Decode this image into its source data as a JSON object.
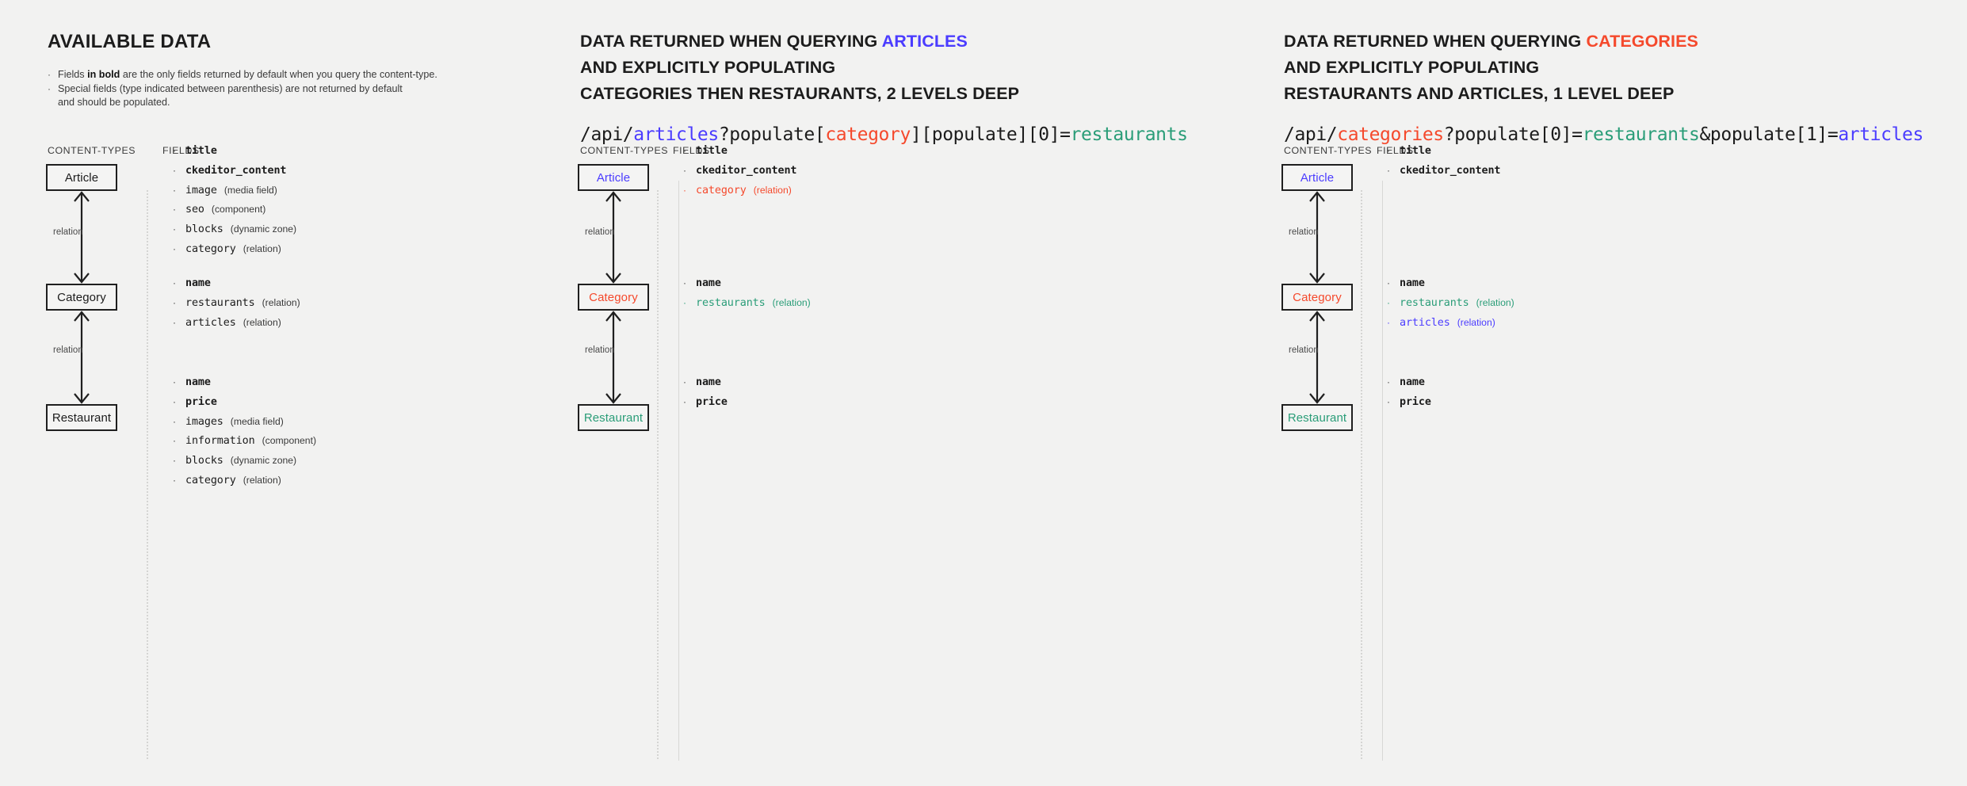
{
  "colors": {
    "background": "#f2f2f1",
    "text": "#1c1c1c",
    "articles_blue": "#4b3cff",
    "categories_red": "#f5492c",
    "restaurants_green": "#2a9d78",
    "divider_gray": "#d8d8d6"
  },
  "column_labels": {
    "content_types": "CONTENT-TYPES",
    "fields": "FIELDS"
  },
  "relation_label": "relation",
  "panels": [
    {
      "id": "available-data",
      "title_lines": [
        [
          {
            "text": "AVAILABLE DATA",
            "color": "default"
          }
        ]
      ],
      "bullets": [
        {
          "parts": [
            {
              "text": "Fields ",
              "bold": false
            },
            {
              "text": "in bold",
              "bold": true
            },
            {
              "text": " are the only fields returned by default when you query the content-type.",
              "bold": false
            }
          ]
        },
        {
          "parts": [
            {
              "text": "Special fields (type indicated between parenthesis) are not returned by default",
              "bold": false
            }
          ],
          "continuation": "and should be populated."
        }
      ],
      "endpoint": null,
      "entities": [
        {
          "name": "Article",
          "color": "default"
        },
        {
          "name": "Category",
          "color": "default"
        },
        {
          "name": "Restaurant",
          "color": "default"
        }
      ],
      "field_groups": [
        [
          {
            "name": "title",
            "type": "",
            "bold": true,
            "color": "default"
          },
          {
            "name": "ckeditor_content",
            "type": "",
            "bold": true,
            "color": "default"
          },
          {
            "name": "image",
            "type": "(media field)",
            "bold": false,
            "color": "default"
          },
          {
            "name": "seo",
            "type": "(component)",
            "bold": false,
            "color": "default"
          },
          {
            "name": "blocks",
            "type": "(dynamic zone)",
            "bold": false,
            "color": "default"
          },
          {
            "name": "category",
            "type": "(relation)",
            "bold": false,
            "color": "default"
          }
        ],
        [
          {
            "name": "name",
            "type": "",
            "bold": true,
            "color": "default"
          },
          {
            "name": "restaurants",
            "type": "(relation)",
            "bold": false,
            "color": "default"
          },
          {
            "name": "articles",
            "type": "(relation)",
            "bold": false,
            "color": "default"
          }
        ],
        [
          {
            "name": "name",
            "type": "",
            "bold": true,
            "color": "default"
          },
          {
            "name": "price",
            "type": "",
            "bold": true,
            "color": "default"
          },
          {
            "name": "images",
            "type": "(media field)",
            "bold": false,
            "color": "default"
          },
          {
            "name": "information",
            "type": "(component)",
            "bold": false,
            "color": "default"
          },
          {
            "name": "blocks",
            "type": "(dynamic zone)",
            "bold": false,
            "color": "default"
          },
          {
            "name": "category",
            "type": "(relation)",
            "bold": false,
            "color": "default"
          }
        ]
      ]
    },
    {
      "id": "query-articles",
      "title_lines": [
        [
          {
            "text": "DATA RETURNED WHEN QUERYING ",
            "color": "default"
          },
          {
            "text": "ARTICLES",
            "color": "blue"
          }
        ],
        [
          {
            "text": "AND EXPLICITLY POPULATING",
            "color": "default"
          }
        ],
        [
          {
            "text": "CATEGORIES THEN RESTAURANTS, 2 LEVELS DEEP",
            "color": "default"
          }
        ]
      ],
      "bullets": [],
      "endpoint": [
        {
          "text": "/api/",
          "color": "default"
        },
        {
          "text": "articles",
          "color": "blue"
        },
        {
          "text": "?populate[",
          "color": "default"
        },
        {
          "text": "category",
          "color": "red"
        },
        {
          "text": "][populate][0]=",
          "color": "default"
        },
        {
          "text": "restaurants",
          "color": "green"
        }
      ],
      "entities": [
        {
          "name": "Article",
          "color": "blue"
        },
        {
          "name": "Category",
          "color": "red"
        },
        {
          "name": "Restaurant",
          "color": "green"
        }
      ],
      "field_groups": [
        [
          {
            "name": "title",
            "type": "",
            "bold": true,
            "color": "default"
          },
          {
            "name": "ckeditor_content",
            "type": "",
            "bold": true,
            "color": "default"
          },
          {
            "name": "category",
            "type": "(relation)",
            "bold": false,
            "color": "red"
          }
        ],
        [
          {
            "name": "name",
            "type": "",
            "bold": true,
            "color": "default"
          },
          {
            "name": "restaurants",
            "type": "(relation)",
            "bold": false,
            "color": "green"
          }
        ],
        [
          {
            "name": "name",
            "type": "",
            "bold": true,
            "color": "default"
          },
          {
            "name": "price",
            "type": "",
            "bold": true,
            "color": "default"
          }
        ]
      ]
    },
    {
      "id": "query-categories",
      "title_lines": [
        [
          {
            "text": "DATA RETURNED WHEN QUERYING ",
            "color": "default"
          },
          {
            "text": "CATEGORIES",
            "color": "red"
          }
        ],
        [
          {
            "text": "AND EXPLICITLY POPULATING",
            "color": "default"
          }
        ],
        [
          {
            "text": "RESTAURANTS AND ARTICLES, 1 LEVEL DEEP",
            "color": "default"
          }
        ]
      ],
      "bullets": [],
      "endpoint": [
        {
          "text": "/api/",
          "color": "default"
        },
        {
          "text": "categories",
          "color": "red"
        },
        {
          "text": "?populate[0]=",
          "color": "default"
        },
        {
          "text": "restaurants",
          "color": "green"
        },
        {
          "text": "&populate[1]=",
          "color": "default"
        },
        {
          "text": "articles",
          "color": "blue"
        }
      ],
      "entities": [
        {
          "name": "Article",
          "color": "blue"
        },
        {
          "name": "Category",
          "color": "red"
        },
        {
          "name": "Restaurant",
          "color": "green"
        }
      ],
      "field_groups": [
        [
          {
            "name": "title",
            "type": "",
            "bold": true,
            "color": "default"
          },
          {
            "name": "ckeditor_content",
            "type": "",
            "bold": true,
            "color": "default"
          }
        ],
        [
          {
            "name": "name",
            "type": "",
            "bold": true,
            "color": "default"
          },
          {
            "name": "restaurants",
            "type": "(relation)",
            "bold": false,
            "color": "green"
          },
          {
            "name": "articles",
            "type": "(relation)",
            "bold": false,
            "color": "blue"
          }
        ],
        [
          {
            "name": "name",
            "type": "",
            "bold": true,
            "color": "default"
          },
          {
            "name": "price",
            "type": "",
            "bold": true,
            "color": "default"
          }
        ]
      ]
    }
  ]
}
